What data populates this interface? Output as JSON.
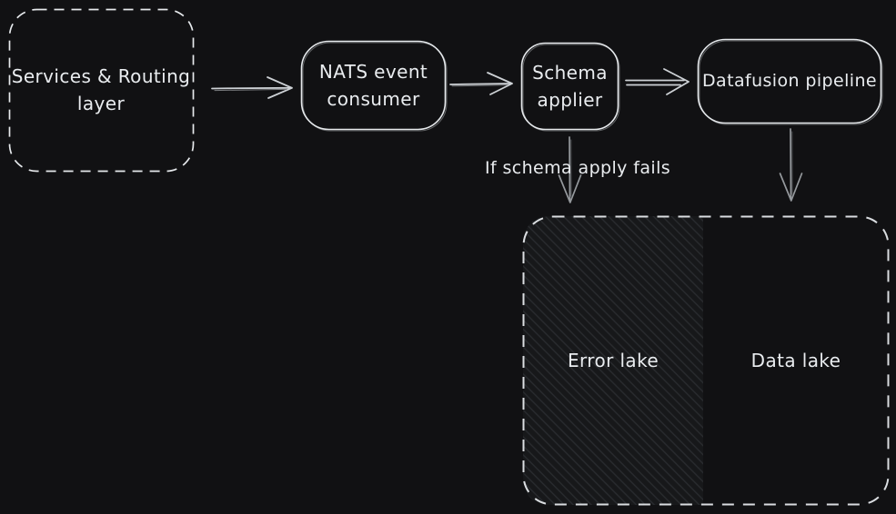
{
  "nodes": {
    "services": {
      "label": "Services & Routing\nlayer",
      "style": "dashed"
    },
    "nats": {
      "label": "NATS event\nconsumer",
      "style": "solid"
    },
    "schema": {
      "label": "Schema\napplier",
      "style": "solid"
    },
    "datafusion": {
      "label": "Datafusion pipeline",
      "style": "solid"
    },
    "error_lake": {
      "label": "Error lake",
      "style": "dashed-container-hatched"
    },
    "data_lake": {
      "label": "Data lake",
      "style": "dashed-container-plain"
    }
  },
  "annotations": {
    "schema_fail": "If schema apply fails"
  },
  "edges": [
    {
      "from": "services",
      "to": "nats"
    },
    {
      "from": "nats",
      "to": "schema"
    },
    {
      "from": "schema",
      "to": "datafusion"
    },
    {
      "from": "schema",
      "to": "error_lake",
      "label": "If schema apply fails"
    },
    {
      "from": "datafusion",
      "to": "data_lake"
    }
  ],
  "colors": {
    "background": "#111113",
    "stroke": "#e6e9ec",
    "text": "#e9ecef",
    "arrow": "#cdd1d5",
    "arrow_muted": "#95999d",
    "hatch_fill": "#17181a",
    "hatch_line": "#2a2c30"
  }
}
